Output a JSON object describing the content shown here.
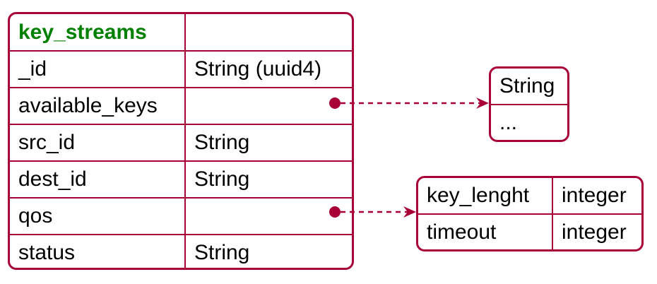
{
  "entities": {
    "key_streams": {
      "title": "key_streams",
      "rows": [
        {
          "name": "_id",
          "type": "String (uuid4)"
        },
        {
          "name": "available_keys",
          "type": ""
        },
        {
          "name": "src_id",
          "type": "String"
        },
        {
          "name": "dest_id",
          "type": "String"
        },
        {
          "name": "qos",
          "type": ""
        },
        {
          "name": "status",
          "type": "String"
        }
      ]
    },
    "string_list": {
      "header": "String",
      "more": "..."
    },
    "qos": {
      "rows": [
        {
          "name": "key_lenght",
          "type": "integer"
        },
        {
          "name": "timeout",
          "type": "integer"
        }
      ]
    }
  },
  "relations": [
    {
      "from": "key_streams.available_keys",
      "to": "string_list",
      "style": "dashed"
    },
    {
      "from": "key_streams.qos",
      "to": "qos",
      "style": "dashed"
    }
  ],
  "colors": {
    "border": "#a80036",
    "title": "#008000",
    "text": "#000000",
    "background": "#ffffff"
  }
}
